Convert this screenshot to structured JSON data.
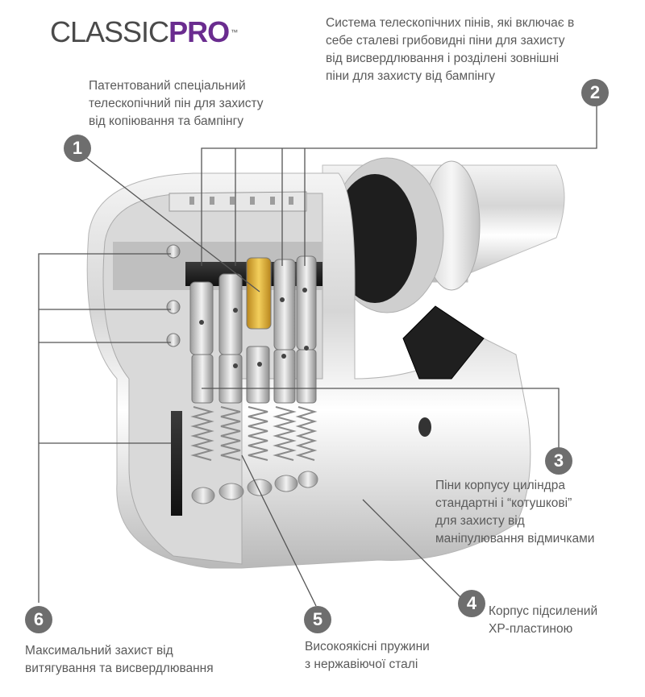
{
  "logo": {
    "part1": "CLASSIC",
    "part2": "PRO",
    "tm": "™"
  },
  "callouts": [
    {
      "num": "1",
      "lines": [
        "Патентований спеціальний",
        "телескопічний пін для захисту",
        "від копіювання та бампінгу"
      ]
    },
    {
      "num": "2",
      "lines": [
        "Система телескопічних пінів, які включає в",
        "себе сталеві грибовидні піни для захисту",
        "від висвердлювання і розділені зовнішні",
        "піни для захисту від бампінгу"
      ]
    },
    {
      "num": "3",
      "lines": [
        "Піни корпусу циліндра",
        "стандартні і “котушкові”",
        "для захисту від",
        "маніпулювання відмичками"
      ]
    },
    {
      "num": "4",
      "lines": [
        "Корпус підсилений",
        "ХР-пластиною"
      ]
    },
    {
      "num": "5",
      "lines": [
        "Високоякісні пружини",
        "з нержавіючої сталі"
      ]
    },
    {
      "num": "6",
      "lines": [
        "Максимальний захист від",
        "витягування та висвердлювання"
      ]
    }
  ],
  "colors": {
    "badge": "#6e6e6e",
    "brand_purple": "#6a2c8f",
    "brass": "#e0b43a",
    "leader": "#555555"
  }
}
